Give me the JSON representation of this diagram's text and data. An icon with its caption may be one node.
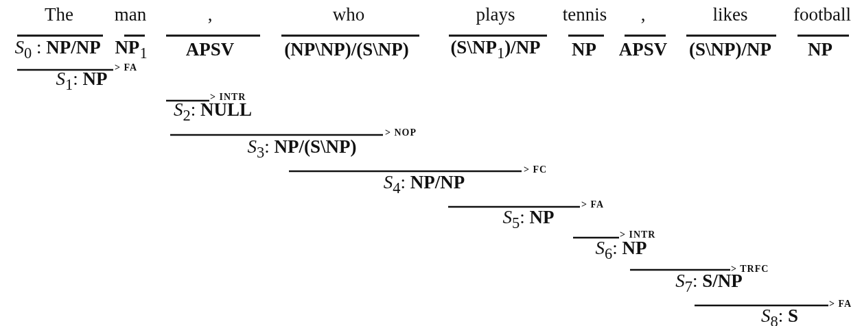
{
  "diagram": {
    "labels": [
      "The",
      "man",
      ",",
      "who",
      "plays",
      "tennis",
      ",",
      "likes",
      "football",
      "*S*$_{0}$ : **NP/NP**",
      "**NP**$_{1}$",
      "**APSV**",
      "**(NP\\NP)/(S\\NP)**",
      "**(S\\NP**$_{1}$**)/NP**",
      "**NP**",
      "**APSV**",
      "**(S\\NP)/NP**",
      "**NP**",
      "> FA",
      "*S*$_{1}$: **NP**",
      "> INTR",
      "*S*$_{2}$: **NULL**",
      "> NOP",
      "*S*$_{3}$: **NP/(S\\NP)**",
      "> FC",
      "*S*$_{4}$: **NP/NP**",
      "> FA",
      "*S*$_{5}$: **NP**",
      "> INTR",
      "*S*$_{6}$: **NP**",
      "> TRFC",
      "*S*$_{7}$: **S/NP**",
      "> FA",
      "*S*$_{8}$: **S**"
    ]
  }
}
